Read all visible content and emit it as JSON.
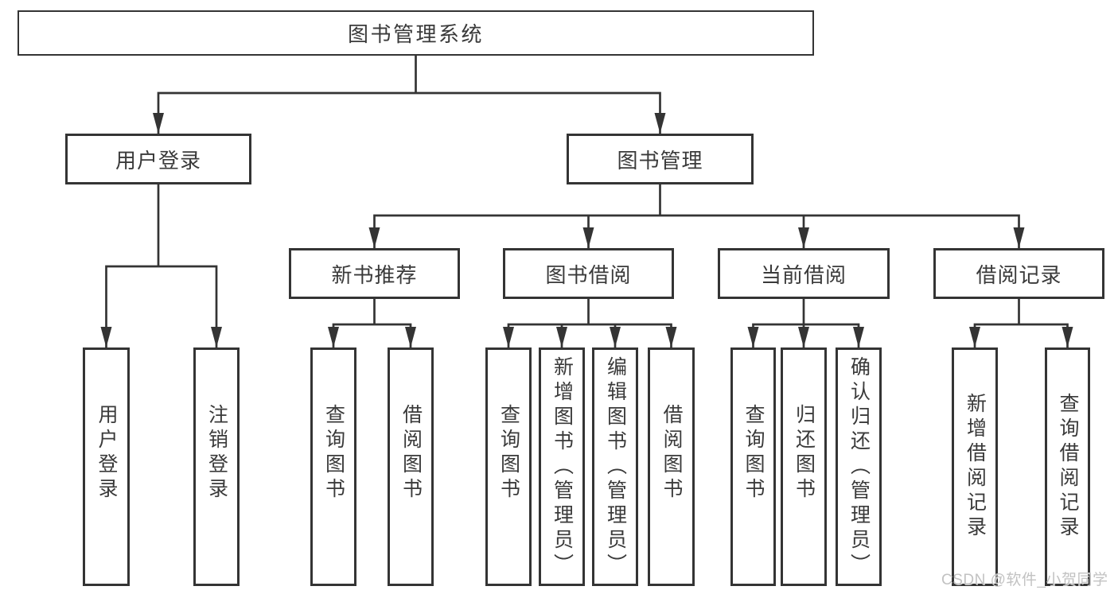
{
  "colors": {
    "line": "#343434",
    "text": "#3a3a3a",
    "background": "#ffffff",
    "watermark": "#c2c2c2"
  },
  "nodes": {
    "root": {
      "label": "图书管理系统"
    },
    "level2": [
      {
        "label": "用户登录",
        "parent": "图书管理系统"
      },
      {
        "label": "图书管理",
        "parent": "图书管理系统"
      }
    ],
    "level3": [
      {
        "label": "新书推荐",
        "parent": "图书管理"
      },
      {
        "label": "图书借阅",
        "parent": "图书管理"
      },
      {
        "label": "当前借阅",
        "parent": "图书管理"
      },
      {
        "label": "借阅记录",
        "parent": "图书管理"
      }
    ],
    "leaves": [
      {
        "label": "用户登录",
        "parent": "用户登录"
      },
      {
        "label": "注销登录",
        "parent": "用户登录"
      },
      {
        "label": "查询图书",
        "parent": "新书推荐"
      },
      {
        "label": "借阅图书",
        "parent": "新书推荐"
      },
      {
        "label": "查询图书",
        "parent": "图书借阅"
      },
      {
        "label": "新增图书（管理员）",
        "parent": "图书借阅"
      },
      {
        "label": "编辑图书（管理员）",
        "parent": "图书借阅"
      },
      {
        "label": "借阅图书",
        "parent": "图书借阅"
      },
      {
        "label": "查询图书",
        "parent": "当前借阅"
      },
      {
        "label": "归还图书",
        "parent": "当前借阅"
      },
      {
        "label": "确认归还（管理员）",
        "parent": "当前借阅"
      },
      {
        "label": "新增借阅记录",
        "parent": "借阅记录"
      },
      {
        "label": "查询借阅记录",
        "parent": "借阅记录"
      }
    ]
  },
  "watermark": {
    "text": "CSDN @软件_小贺同学"
  }
}
